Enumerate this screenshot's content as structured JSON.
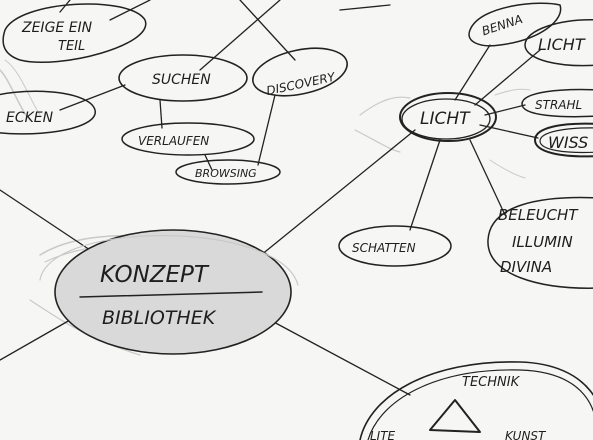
{
  "nodes": {
    "top_left": "ZEIGE EIN\nTEIL",
    "left_edge": "ECKEN",
    "suchen": "SUCHEN",
    "discovery": "DISCOVERY",
    "verlaufen": "VERLAUFEN",
    "browsing": "BROWSING",
    "benna": "BENNA",
    "licht_top": "LICHT",
    "licht_center": "LICHT",
    "strahl": "STRAHL",
    "wiss": "WISS",
    "schatten": "SCHATTEN",
    "beleuchtung": "BELEUCHT",
    "illumination": "ILLUMIN",
    "divina": "DIVINA",
    "konzept": "KONZEPT",
    "bibliothek": "BIBLIOTHEK",
    "technik": "TECHNIK",
    "bottom_a": "LITE",
    "bottom_b": "KUNST"
  },
  "colors": {
    "ink": "#222222",
    "paper": "#f6f6f4",
    "highlight_fill": "#d9d9d9",
    "halo": "#c9c9c9"
  }
}
